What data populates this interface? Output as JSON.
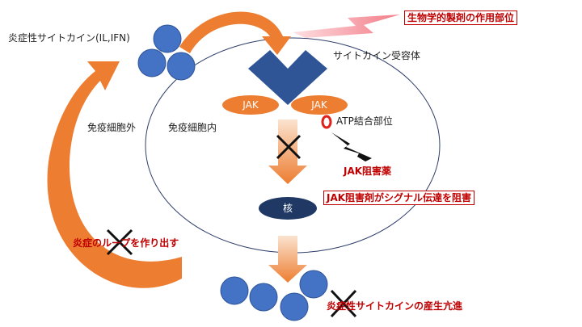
{
  "labels": {
    "cytokine_name": "炎症性サイトカイン(IL,IFN)",
    "biologic_site": "生物学的製剤の作用部位",
    "receptor": "サイトカイン受容体",
    "extracellular": "免疫細胞外",
    "intracellular": "免疫細胞内",
    "jak_left": "JAK",
    "jak_right": "JAK",
    "atp_site": "ATP結合部位",
    "jak_inhibitor": "JAK阻害薬",
    "nucleus": "核",
    "blocks_signal": "JAK阻害剤がシグナル伝達を阻害",
    "loop": "炎症のループを作り出す",
    "production": "炎症性サイトカインの産生亢進"
  },
  "colors": {
    "circle": "#4472c4",
    "arrow": "#ed7d31",
    "receptor": "#2f5597",
    "nucleus": "#1f3864",
    "lightning": "#f8a0a8",
    "accent_red": "#c00000"
  }
}
